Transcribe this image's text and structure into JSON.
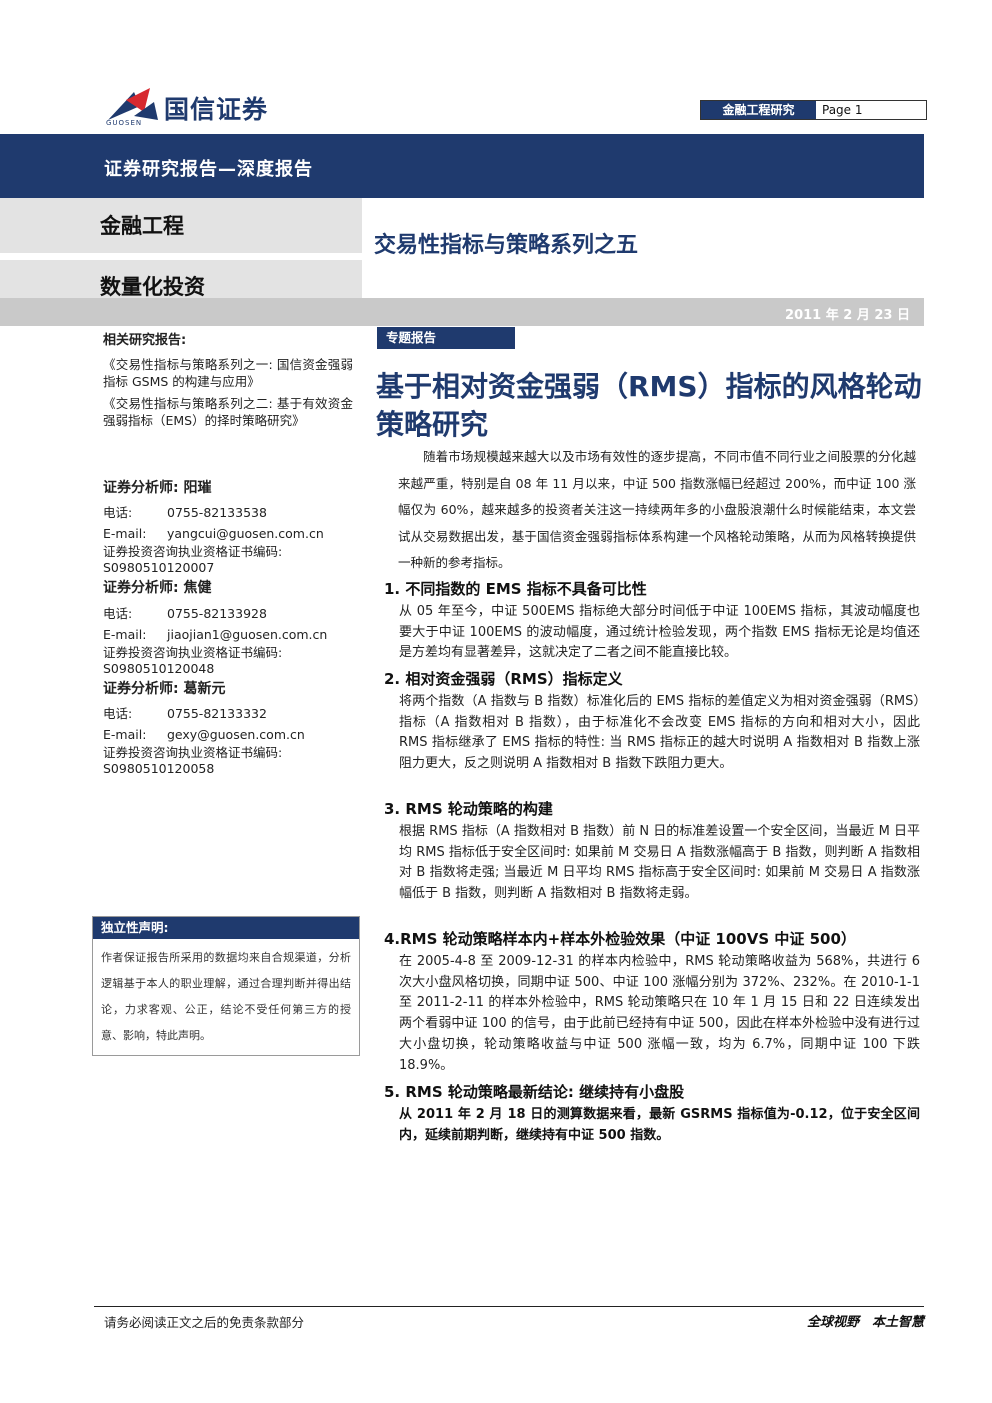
{
  "header": {
    "logo_cn": "国信证券",
    "logo_en": "GUOSEN",
    "section_label": "金融工程研究",
    "page_label": "Page 1"
  },
  "banner": {
    "report_type": "证券研究报告—深度报告",
    "category1": "金融工程",
    "category2": "数量化投资",
    "series_title": "交易性指标与策略系列之五",
    "date": "2011 年 2 月 23 日"
  },
  "sidebar": {
    "related_title": "相关研究报告:",
    "related": [
      "《交易性指标与策略系列之一: 国信资金强弱指标 GSMS 的构建与应用》",
      "《交易性指标与策略系列之二: 基于有效资金强弱指标（EMS）的择时策略研究》"
    ],
    "analysts": [
      {
        "name": "证券分析师: 阳璀",
        "phone_label": "电话:",
        "phone": "0755-82133538",
        "email_label": "E-mail:",
        "email": "yangcui@guosen.com.cn",
        "license_label": "证券投资咨询执业资格证书编码:",
        "license": "S0980510120007"
      },
      {
        "name": "证券分析师: 焦健",
        "phone_label": "电话:",
        "phone": "0755-82133928",
        "email_label": "E-mail:",
        "email": "jiaojian1@guosen.com.cn",
        "license_label": "证券投资咨询执业资格证书编码:",
        "license": "S0980510120048"
      },
      {
        "name": "证券分析师: 葛新元",
        "phone_label": "电话:",
        "phone": "0755-82133332",
        "email_label": "E-mail:",
        "email": "gexy@guosen.com.cn",
        "license_label": "证券投资咨询执业资格证书编码:",
        "license": "S0980510120058"
      }
    ],
    "independence_title": "独立性声明:",
    "independence_text": "作者保证报告所采用的数据均来自合规渠道，分析逻辑基于本人的职业理解，通过合理判断并得出结论，力求客观、公正，结论不受任何第三方的授意、影响，特此声明。"
  },
  "main": {
    "tag": "专题报告",
    "title": "基于相对资金强弱（RMS）指标的风格轮动策略研究",
    "intro": "随着市场规模越来越大以及市场有效性的逐步提高，不同市值不同行业之间股票的分化越来越严重，特别是自 08 年 11 月以来，中证 500 指数涨幅已经超过 200%，而中证 100 涨幅仅为 60%，越来越多的投资者关注这一持续两年多的小盘股浪潮什么时候能结束，本文尝试从交易数据出发，基于国信资金强弱指标体系构建一个风格轮动策略，从而为风格转换提供一种新的参考指标。",
    "sections": [
      {
        "heading": "1. 不同指数的 EMS 指标不具备可比性",
        "body": "从 05 年至今，中证 500EMS 指标绝大部分时间低于中证 100EMS 指标，其波动幅度也要大于中证 100EMS 的波动幅度，通过统计检验发现，两个指数 EMS 指标无论是均值还是方差均有显著差异，这就决定了二者之间不能直接比较。"
      },
      {
        "heading": "2. 相对资金强弱（RMS）指标定义",
        "body": "将两个指数（A 指数与 B 指数）标准化后的 EMS 指标的差值定义为相对资金强弱（RMS）指标（A 指数相对 B 指数），由于标准化不会改变 EMS 指标的方向和相对大小，因此 RMS 指标继承了 EMS 指标的特性: 当 RMS 指标正的越大时说明 A 指数相对 B 指数上涨阻力更大，反之则说明 A 指数相对 B 指数下跌阻力更大。"
      },
      {
        "heading": "3. RMS 轮动策略的构建",
        "body": "根据 RMS 指标（A 指数相对 B 指数）前 N 日的标准差设置一个安全区间，当最近 M 日平均 RMS 指标低于安全区间时: 如果前 M 交易日 A 指数涨幅高于 B 指数，则判断 A 指数相对 B 指数将走强; 当最近 M 日平均 RMS 指标高于安全区间时: 如果前 M 交易日 A 指数涨幅低于 B 指数，则判断 A 指数相对 B 指数将走弱。"
      },
      {
        "heading": "4.RMS 轮动策略样本内+样本外检验效果（中证 100VS 中证 500）",
        "body": "在 2005-4-8 至 2009-12-31 的样本内检验中，RMS 轮动策略收益为 568%，共进行 6 次大小盘风格切换，同期中证 500、中证 100 涨幅分别为 372%、232%。在 2010-1-1 至 2011-2-11 的样本外检验中，RMS 轮动策略只在 10 年 1 月 15 日和 22 日连续发出两个看弱中证 100 的信号，由于此前已经持有中证 500，因此在样本外检验中没有进行过大小盘切换，轮动策略收益与中证 500 涨幅一致，均为 6.7%，同期中证 100 下跌 18.9%。"
      },
      {
        "heading": "5. RMS 轮动策略最新结论: 继续持有小盘股",
        "body": "从 2011 年 2 月 18 日的测算数据来看，最新 GSRMS 指标值为-0.12，位于安全区间内，延续前期判断，继续持有中证 500 指数。"
      }
    ]
  },
  "footer": {
    "disclaimer": "请务必阅读正文之后的免责条款部分",
    "slogan": "全球视野　本土智慧"
  },
  "colors": {
    "brand": "#1f3a6e",
    "accent_red": "#d7282f",
    "band_gray": "#e3e3e3",
    "date_gray": "#c9c9c9"
  }
}
